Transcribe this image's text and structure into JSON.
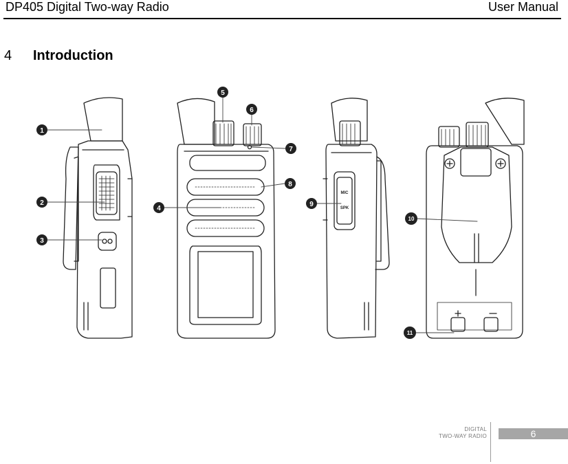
{
  "header": {
    "title": "DP405 Digital Two-way Radio",
    "manual": "User Manual"
  },
  "section": {
    "number": "4",
    "title": "Introduction"
  },
  "callouts": [
    "1",
    "2",
    "3",
    "4",
    "5",
    "6",
    "7",
    "8",
    "9",
    "10",
    "11"
  ],
  "radio_labels": {
    "mic": "MIC",
    "spk": "SPK"
  },
  "footer": {
    "brand_line1": "DIGITAL",
    "brand_line2": "TWO-WAY RADIO",
    "page": "6"
  }
}
